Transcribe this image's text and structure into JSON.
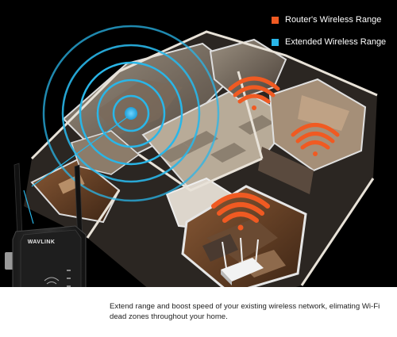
{
  "legend": {
    "items": [
      {
        "label": "Router's Wireless Range",
        "color": "#f05a22",
        "icon": "square-swatch"
      },
      {
        "label": "Extended Wireless Range",
        "color": "#29b6e8",
        "icon": "square-swatch"
      }
    ]
  },
  "device": {
    "brand": "WAVLINK",
    "icon": "wifi-extender-icon"
  },
  "caption": {
    "text": "Extend range and boost speed of your existing wireless network, elimating Wi-Fi dead zones throughout your home."
  },
  "colors": {
    "router_range": "#f05a22",
    "extended_range": "#29b6e8",
    "background": "#000000",
    "caption_bar": "#ffffff"
  }
}
